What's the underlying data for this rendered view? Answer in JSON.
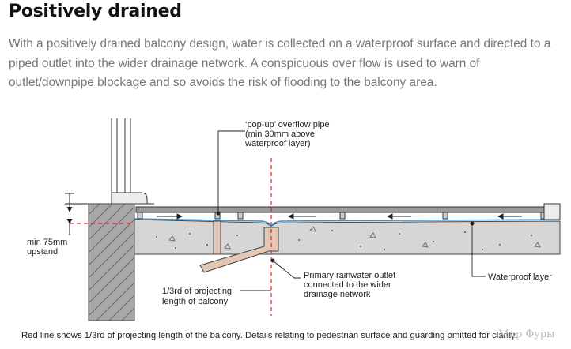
{
  "page": {
    "title": "Positively drained",
    "intro": "With a positively drained balcony design, water is collected on a waterproof surface and directed to a piped outlet into the wider drainage network. A conspicuous over flow is used to warn of outlet/downpipe blockage and so avoids the risk of flooding to the balcony area."
  },
  "diagram": {
    "overflow_label": [
      "‘pop-up’ overflow pipe",
      "(min 30mm above",
      "waterproof layer)"
    ],
    "upstand_label": [
      "min 75mm",
      "upstand"
    ],
    "projecting_label": [
      "1/3rd of projecting",
      "length of balcony"
    ],
    "outlet_label": [
      "Primary rainwater outlet",
      "connected to the wider",
      "drainage network"
    ],
    "waterproof_label": "Waterproof layer",
    "caption": "Red line shows 1/3rd of projecting length of the balcony. Details relating to pedestrian surface and guarding omitted for clarity.",
    "watermark": "Мир Фуры",
    "colors": {
      "red_line": "#e8202a",
      "waterproof_layer": "#3a8fd0",
      "pipe": "#e2c8b4",
      "brick": "#a8a8a8",
      "concrete": "#d6d6d6"
    }
  }
}
